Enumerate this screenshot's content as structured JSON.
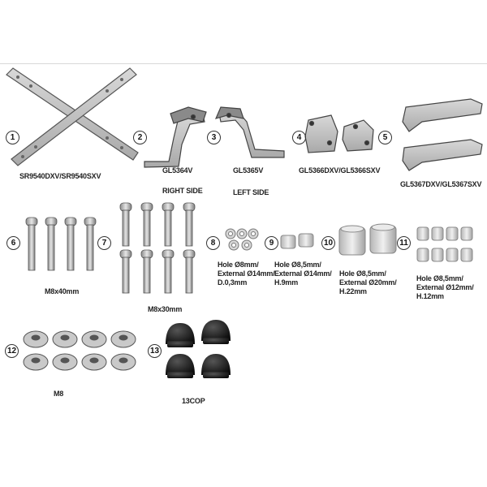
{
  "parts": [
    {
      "number": "1",
      "labels": [
        "SR9540DXV/SR9540SXV"
      ]
    },
    {
      "number": "2",
      "labels": [
        "GL5364V",
        "RIGHT SIDE"
      ]
    },
    {
      "number": "3",
      "labels": [
        "GL5365V",
        "LEFT SIDE"
      ]
    },
    {
      "number": "4",
      "labels": [
        "GL5366DXV/GL5366SXV"
      ]
    },
    {
      "number": "5",
      "labels": []
    },
    {
      "number": "6",
      "labels": [
        "M8x40mm"
      ]
    },
    {
      "number": "7",
      "labels": [
        "M8x30mm"
      ]
    },
    {
      "number": "8",
      "labels": [
        "Hole Ø8mm/\nExternal Ø14mm/\nD.0,3mm"
      ]
    },
    {
      "number": "9",
      "labels": [
        "Hole Ø8,5mm/\nExternal Ø14mm/\nH.9mm"
      ]
    },
    {
      "number": "10",
      "labels": [
        "Hole Ø8,5mm/\nExternal Ø20mm/\nH.22mm"
      ]
    },
    {
      "number": "11",
      "labels": [
        "Hole Ø8,5mm/\nExternal Ø12mm/\nH.12mm"
      ]
    },
    {
      "number": "12",
      "labels": [
        "M8"
      ]
    },
    {
      "number": "13",
      "labels": [
        "13COP"
      ]
    }
  ],
  "extra_labels": {
    "part5": "GL5367DXV/GL5367SXV"
  }
}
